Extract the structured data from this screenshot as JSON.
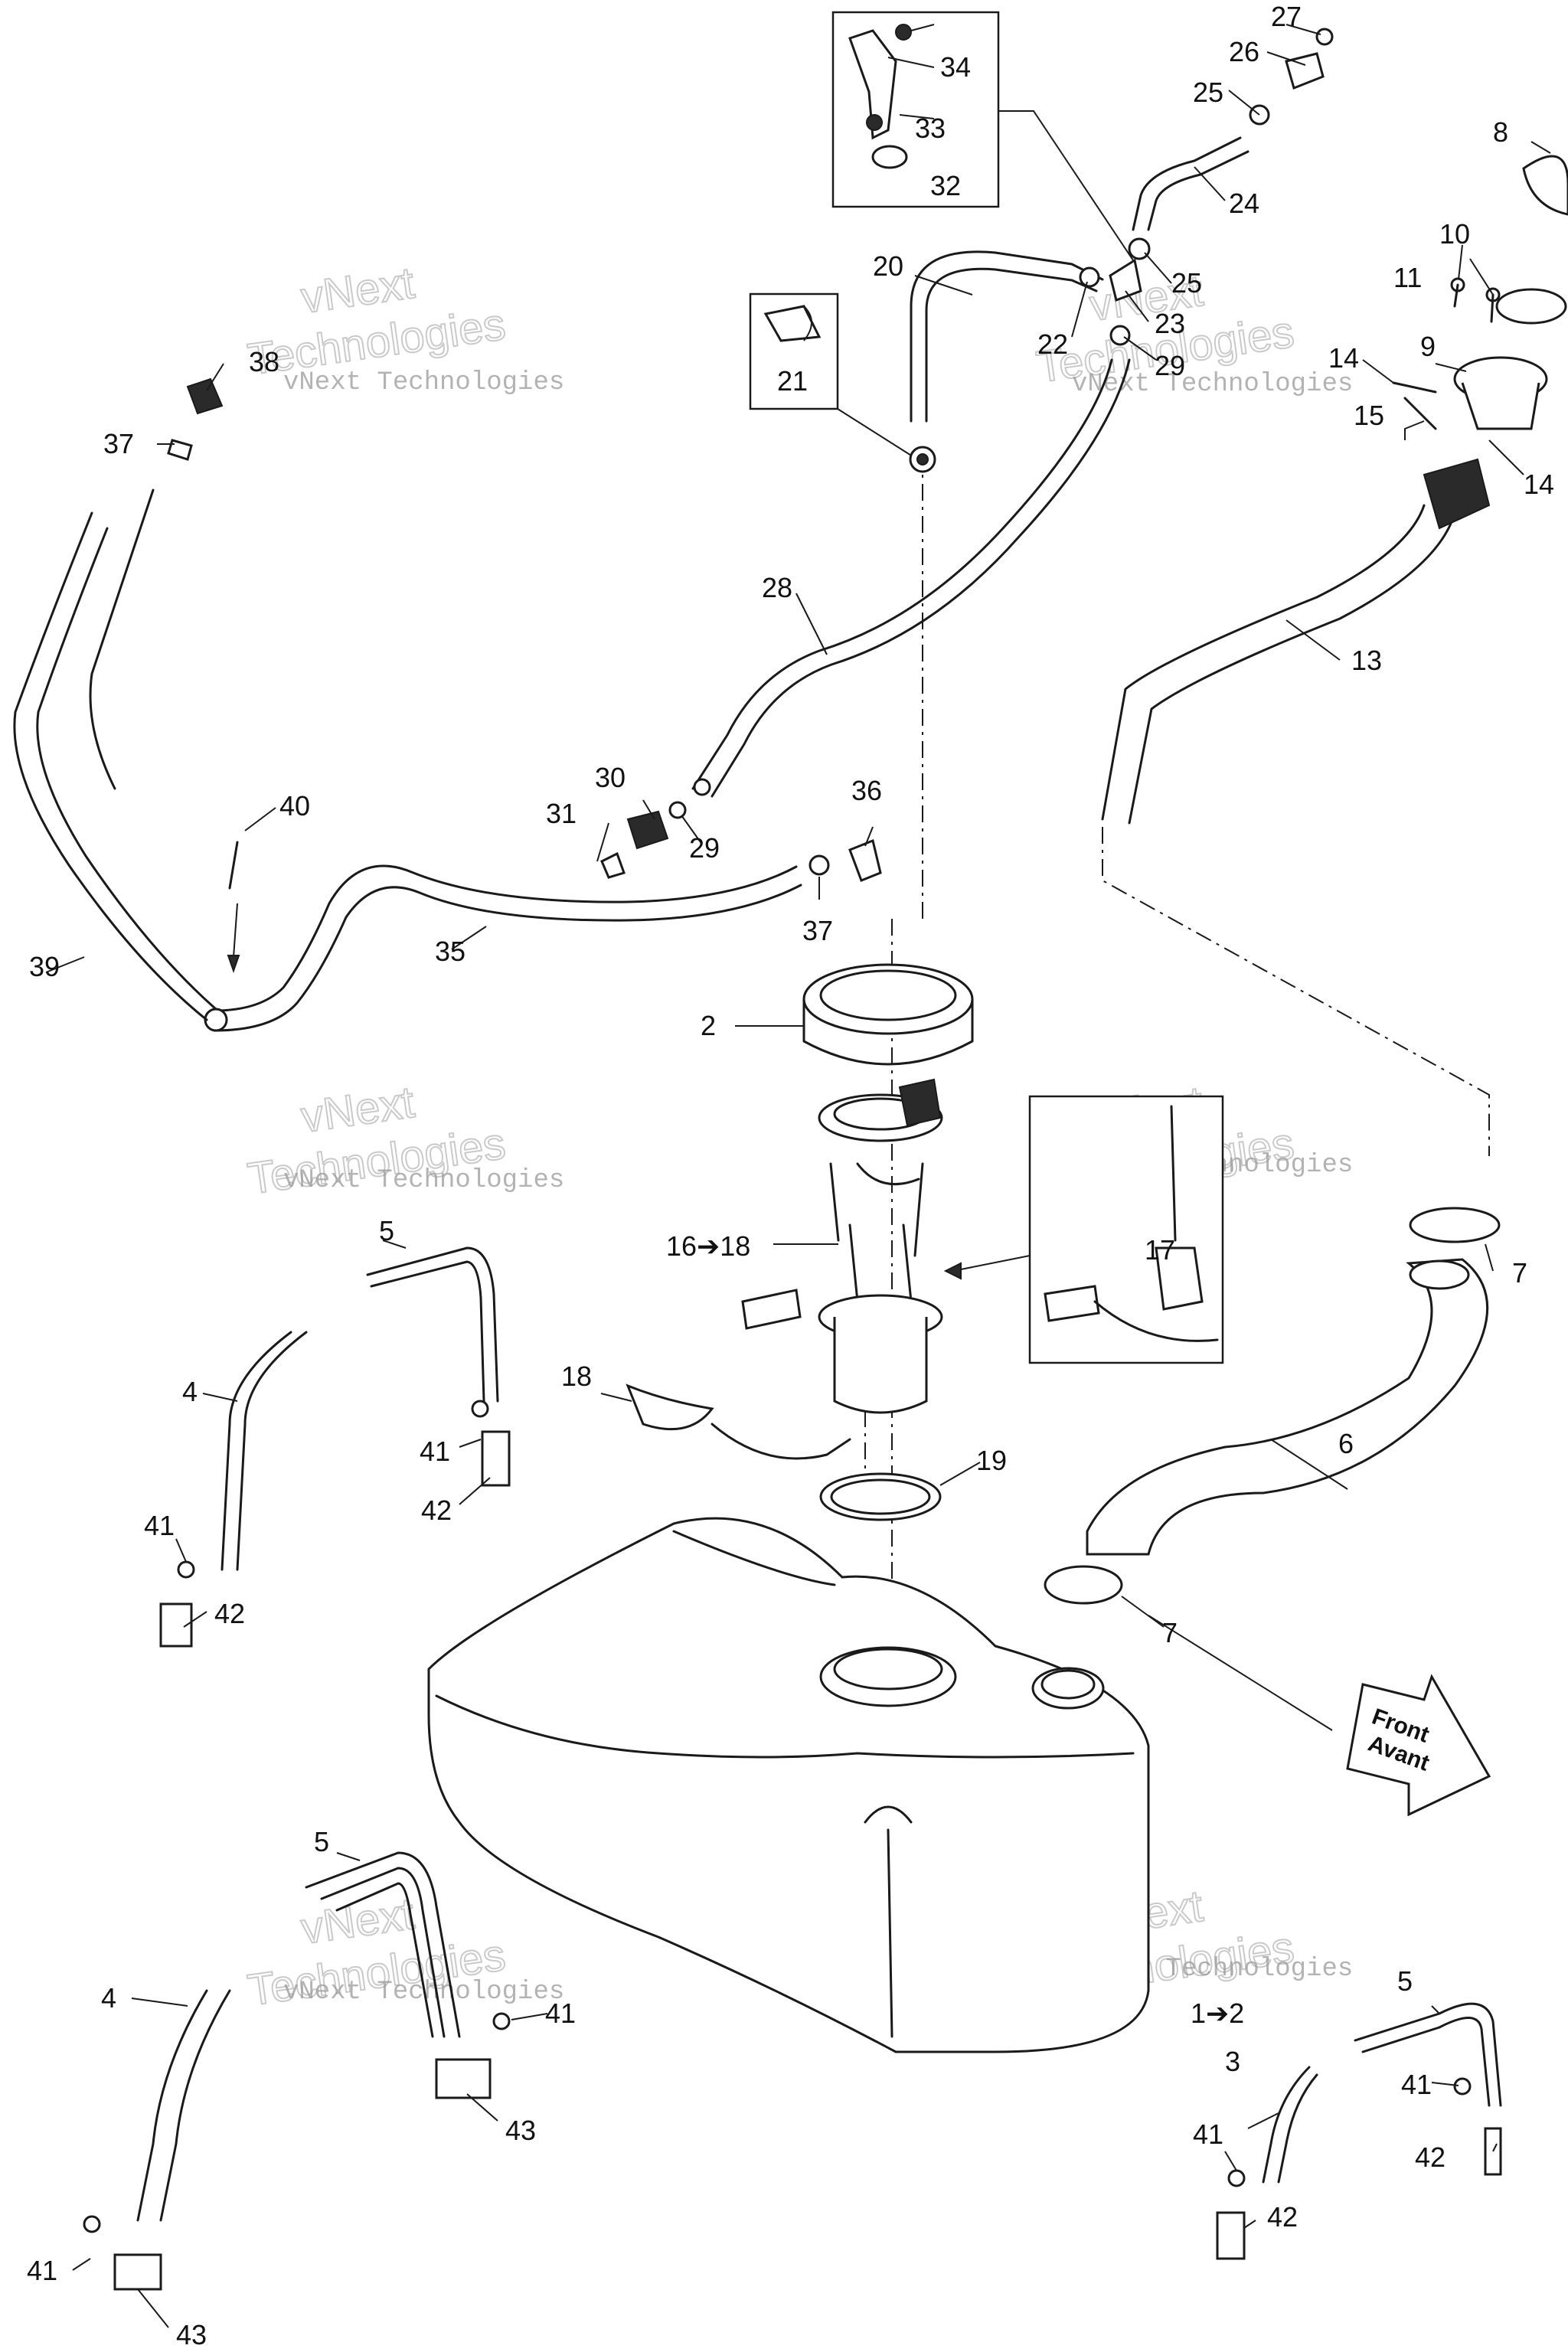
{
  "callouts": {
    "c2": "2",
    "c3": "3",
    "c4a": "4",
    "c4b": "4",
    "c5a": "5",
    "c5b": "5",
    "c5c": "5",
    "c6": "6",
    "c7a": "7",
    "c7b": "7",
    "c8": "8",
    "c9": "9",
    "c10": "10",
    "c11": "11",
    "c13": "13",
    "c14a": "14",
    "c14b": "14",
    "c15": "15",
    "c16_18": "16➔18",
    "c17": "17",
    "c18": "18",
    "c19": "19",
    "c20": "20",
    "c21": "21",
    "c22": "22",
    "c23": "23",
    "c24": "24",
    "c25a": "25",
    "c25b": "25",
    "c26": "26",
    "c27": "27",
    "c28": "28",
    "c29a": "29",
    "c29b": "29",
    "c30": "30",
    "c31": "31",
    "c32": "32",
    "c33": "33",
    "c34": "34",
    "c35": "35",
    "c36": "36",
    "c37a": "37",
    "c37b": "37",
    "c38": "38",
    "c39": "39",
    "c40": "40",
    "c41a": "41",
    "c41b": "41",
    "c41c": "41",
    "c41d": "41",
    "c41e": "41",
    "c41f": "41",
    "c42a": "42",
    "c42b": "42",
    "c42c": "42",
    "c42d": "42",
    "c43a": "43",
    "c43b": "43",
    "c1to2": "1➔2"
  },
  "front_arrow": {
    "line1": "Front",
    "line2": "Avant"
  },
  "watermark": {
    "line1": "vNext Technologies",
    "line2": "vNext",
    "line3": "Technologies"
  }
}
